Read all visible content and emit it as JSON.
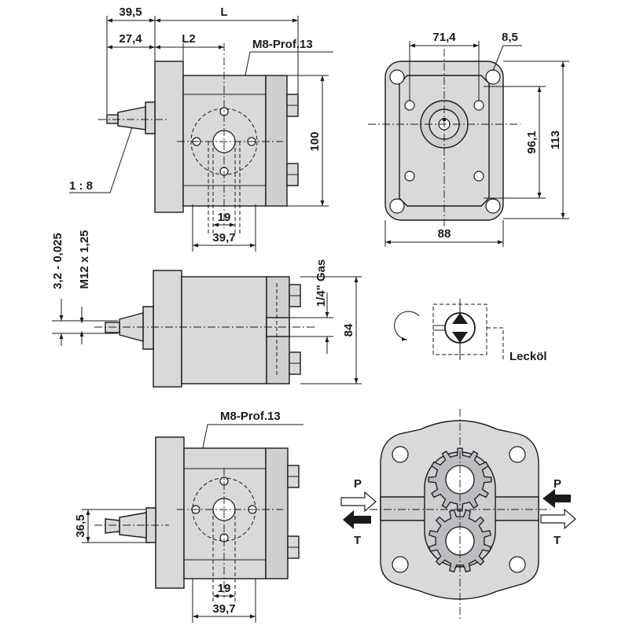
{
  "dimensions": {
    "overall_length": "L",
    "flange_offset": "39,5",
    "shaft_length": "27,4",
    "body_length": "L2",
    "thread_note_top": "M8-Prof.13",
    "thread_note_bottom": "M8-Prof.13",
    "body_height": "100",
    "taper": "1 : 8",
    "port_width_a": "19",
    "port_spacing_a": "39,7",
    "port_width_b": "19",
    "port_spacing_b": "39,7",
    "bolt_spacing": "71,4",
    "bolt_hole": "8,5",
    "bolt_vertical": "96,1",
    "flange_height": "113",
    "flange_width": "88",
    "key_width": "3,2 - 0,025",
    "shaft_thread": "M12 x 1,25",
    "drain_port": "1/4\" Gas",
    "side_height": "84",
    "shaft_dia": "36,5"
  },
  "symbol": {
    "drain_label": "Lecköl"
  },
  "ports": {
    "pressure_left": "P",
    "tank_left": "T",
    "pressure_right": "P",
    "tank_right": "T"
  }
}
